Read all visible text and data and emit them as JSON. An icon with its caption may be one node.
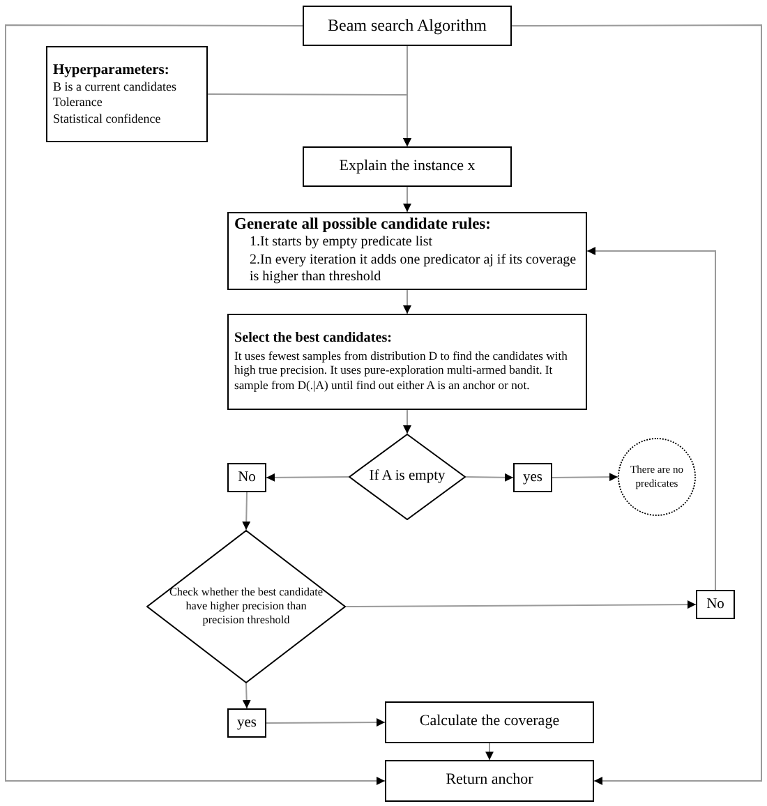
{
  "diagram": {
    "nodes": [
      {
        "text": [
          "Beam search Algorithm"
        ]
      },
      {
        "text": [
          "Hyperparameters:",
          "B is a current candidates",
          "Tolerance",
          "Statistical confidence"
        ]
      },
      {
        "text": [
          "Explain the instance x"
        ]
      },
      {
        "text": [
          "Generate all possible candidate rules:",
          "1.It starts by empty predicate list",
          "2.In every iteration it adds one predicator aj if its coverage is higher than threshold"
        ]
      },
      {
        "text": [
          "Select the best candidates:",
          "It uses fewest samples from distribution D to find the candidates with high true precision. It uses pure-exploration multi-armed bandit. It sample from D(.|A) until find out either A is an anchor or not."
        ]
      },
      {
        "text": [
          "If A is empty"
        ]
      },
      {
        "text": [
          "No"
        ]
      },
      {
        "text": [
          "yes"
        ]
      },
      {
        "text": [
          "There are no predicates"
        ]
      },
      {
        "text": [
          "Check whether the best candidate have higher precision than precision threshold"
        ]
      },
      {
        "text": [
          "No"
        ]
      },
      {
        "text": [
          "yes"
        ]
      },
      {
        "text": [
          "Calculate the coverage"
        ]
      },
      {
        "text": [
          "Return anchor"
        ]
      }
    ],
    "edges": [
      {
        "from": 0,
        "to": 2,
        "arrow": "to"
      },
      {
        "from": 1,
        "to": 2,
        "arrow": "to"
      },
      {
        "from": 0,
        "to": 13,
        "arrow": "to"
      },
      {
        "from": 0,
        "to": 13,
        "arrow": "to"
      },
      {
        "from": 2,
        "to": 3,
        "arrow": "to"
      },
      {
        "from": 3,
        "to": 4,
        "arrow": "to"
      },
      {
        "from": 4,
        "to": 5,
        "arrow": "to"
      },
      {
        "from": 5,
        "to": 6,
        "arrow": "to"
      },
      {
        "from": 5,
        "to": 7,
        "arrow": "to"
      },
      {
        "from": 7,
        "to": 8,
        "arrow": "to"
      },
      {
        "from": 6,
        "to": 9,
        "arrow": "to"
      },
      {
        "from": 9,
        "to": 10,
        "arrow": "to"
      },
      {
        "from": 10,
        "to": 3,
        "arrow": "to"
      },
      {
        "from": 9,
        "to": 11,
        "arrow": "to"
      },
      {
        "from": 11,
        "to": 12,
        "arrow": "to"
      },
      {
        "from": 12,
        "to": 13,
        "arrow": "to"
      }
    ]
  }
}
